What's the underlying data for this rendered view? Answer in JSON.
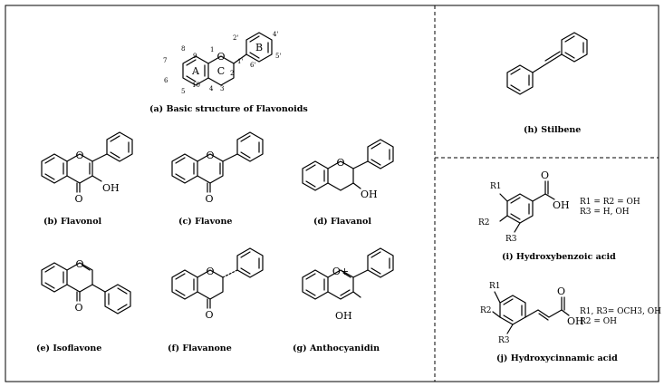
{
  "captions": {
    "a": "(a) Basic structure of Flavonoids",
    "b": "(b) Flavonol",
    "c": "(c) Flavone",
    "d": "(d) Flavanol",
    "e": "(e) Isoflavone",
    "f": "(f) Flavanone",
    "g": "(g) Anthocyanidin",
    "h": "(h) Stilbene",
    "i": "(i) Hydroxybenzoic acid",
    "j": "(j) Hydroxycinnamic acid"
  },
  "atoms": {
    "O": "O",
    "OH": "OH",
    "O_plus": "O+"
  },
  "ring_labels": {
    "A": "A",
    "B": "B",
    "C": "C"
  },
  "position_numbers": {
    "n1": "1",
    "n2": "2",
    "n3": "3",
    "n4": "4",
    "n5": "5",
    "n6": "6",
    "n7": "7",
    "n8": "8",
    "n9": "9",
    "n10": "10",
    "n1p": "1'",
    "n2p": "2'",
    "n4p": "4'",
    "n5p": "5'",
    "n6p": "6'"
  },
  "substituents": {
    "R1": "R1",
    "R2": "R2",
    "R3": "R3"
  },
  "r_group_notes": {
    "i_line1": "R1 = R2 = OH",
    "i_line2": "R3 = H, OH",
    "j_line1": "R1, R3= OCH3, OH",
    "j_line2": "R2 = OH"
  }
}
